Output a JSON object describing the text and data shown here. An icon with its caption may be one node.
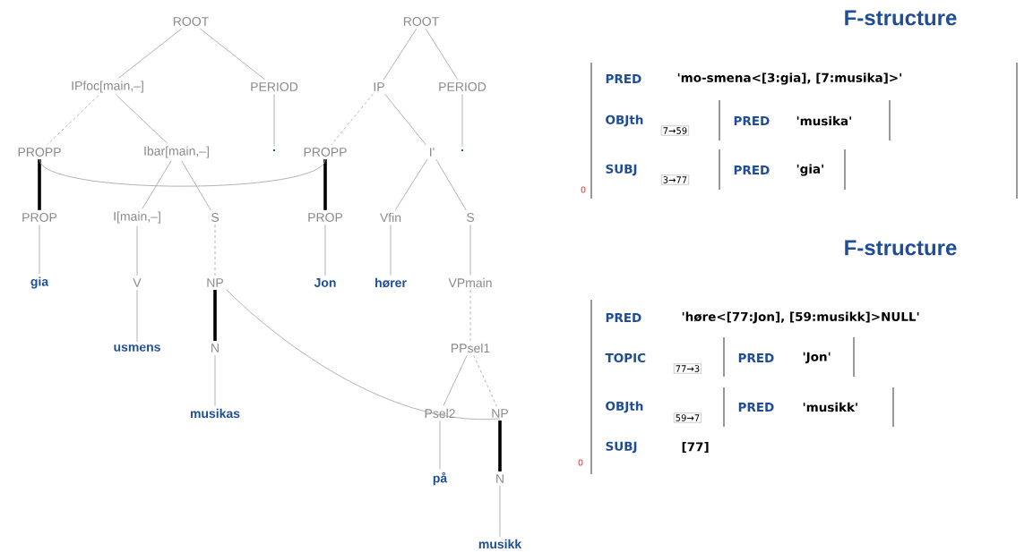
{
  "diagram": {
    "nodes": [
      {
        "text": [
          "ROOT"
        ]
      },
      {
        "text": [
          "IPfoc[main,–]"
        ]
      },
      {
        "text": [
          "PERIOD"
        ]
      },
      {
        "text": [
          "PROPP"
        ]
      },
      {
        "text": [
          "Ibar[main,–]"
        ]
      },
      {
        "text": [
          "."
        ]
      },
      {
        "text": [
          "PROP"
        ]
      },
      {
        "text": [
          "I[main,–]"
        ]
      },
      {
        "text": [
          "S"
        ]
      },
      {
        "text": [
          "gia"
        ]
      },
      {
        "text": [
          "V"
        ]
      },
      {
        "text": [
          "NP"
        ]
      },
      {
        "text": [
          "usmens"
        ]
      },
      {
        "text": [
          "N"
        ]
      },
      {
        "text": [
          "musikas"
        ]
      },
      {
        "text": [
          "ROOT"
        ]
      },
      {
        "text": [
          "IP"
        ]
      },
      {
        "text": [
          "PERIOD"
        ]
      },
      {
        "text": [
          "PROPP"
        ]
      },
      {
        "text": [
          "I'"
        ]
      },
      {
        "text": [
          "."
        ]
      },
      {
        "text": [
          "PROP"
        ]
      },
      {
        "text": [
          "Vfin"
        ]
      },
      {
        "text": [
          "S"
        ]
      },
      {
        "text": [
          "Jon"
        ]
      },
      {
        "text": [
          "hører"
        ]
      },
      {
        "text": [
          "VPmain"
        ]
      },
      {
        "text": [
          "PPsel1"
        ]
      },
      {
        "text": [
          "Psel2"
        ]
      },
      {
        "text": [
          "NP"
        ]
      },
      {
        "text": [
          "på"
        ]
      },
      {
        "text": [
          "N"
        ]
      },
      {
        "text": [
          "musikk"
        ]
      },
      {
        "text": [
          "PRED",
          "'mo-smena<[3:gia], [7:musika]>'",
          "OBJth",
          "7→59",
          "SUBJ",
          "3→77",
          "0"
        ]
      },
      {
        "text": [
          "PRED",
          "'musika'"
        ],
        "in": 33
      },
      {
        "text": [
          "PRED",
          "'gia'"
        ],
        "in": 33
      },
      {
        "text": [
          "PRED",
          "'høre<[77:Jon], [59:musikk]>NULL'",
          "TOPIC",
          "77→3",
          "OBJth",
          "59→7",
          "SUBJ",
          "[77]",
          "0"
        ]
      },
      {
        "text": [
          "PRED",
          "'Jon'"
        ],
        "in": 36
      },
      {
        "text": [
          "PRED",
          "'musikk'"
        ],
        "in": 36
      }
    ],
    "edges": [
      {
        "from": 0,
        "to": 1,
        "arrow": "none"
      },
      {
        "from": 0,
        "to": 2,
        "arrow": "none"
      },
      {
        "from": 1,
        "to": 3,
        "arrow": "none",
        "style": "dashed"
      },
      {
        "from": 1,
        "to": 4,
        "arrow": "none"
      },
      {
        "from": 2,
        "to": 5,
        "arrow": "none"
      },
      {
        "from": 3,
        "to": 6,
        "arrow": "none",
        "style": "thick",
        "color": "#000000"
      },
      {
        "from": 4,
        "to": 7,
        "arrow": "none"
      },
      {
        "from": 4,
        "to": 8,
        "arrow": "none"
      },
      {
        "from": 6,
        "to": 9,
        "arrow": "none"
      },
      {
        "from": 7,
        "to": 10,
        "arrow": "none"
      },
      {
        "from": 8,
        "to": 11,
        "arrow": "none",
        "style": "dashed"
      },
      {
        "from": 10,
        "to": 12,
        "arrow": "none"
      },
      {
        "from": 11,
        "to": 13,
        "arrow": "none",
        "style": "thick",
        "color": "#000000"
      },
      {
        "from": 13,
        "to": 14,
        "arrow": "none"
      },
      {
        "from": 15,
        "to": 16,
        "arrow": "none"
      },
      {
        "from": 15,
        "to": 17,
        "arrow": "none"
      },
      {
        "from": 16,
        "to": 18,
        "arrow": "none",
        "style": "dashed"
      },
      {
        "from": 16,
        "to": 19,
        "arrow": "none"
      },
      {
        "from": 17,
        "to": 20,
        "arrow": "none"
      },
      {
        "from": 18,
        "to": 21,
        "arrow": "none",
        "style": "thick",
        "color": "#000000"
      },
      {
        "from": 19,
        "to": 22,
        "arrow": "none"
      },
      {
        "from": 19,
        "to": 23,
        "arrow": "none"
      },
      {
        "from": 21,
        "to": 24,
        "arrow": "none"
      },
      {
        "from": 22,
        "to": 25,
        "arrow": "none"
      },
      {
        "from": 23,
        "to": 26,
        "arrow": "none"
      },
      {
        "from": 26,
        "to": 27,
        "arrow": "none",
        "style": "dashed"
      },
      {
        "from": 27,
        "to": 28,
        "arrow": "none"
      },
      {
        "from": 27,
        "to": 29,
        "arrow": "none",
        "style": "dashed"
      },
      {
        "from": 28,
        "to": 30,
        "arrow": "none"
      },
      {
        "from": 29,
        "to": 31,
        "arrow": "none",
        "style": "thick",
        "color": "#000000"
      },
      {
        "from": 31,
        "to": 32,
        "arrow": "none"
      },
      {
        "from": 3,
        "to": 18,
        "arrow": "none"
      },
      {
        "from": 11,
        "to": 29,
        "arrow": "none"
      }
    ],
    "labels": [
      "F-structure",
      "F-structure"
    ]
  }
}
